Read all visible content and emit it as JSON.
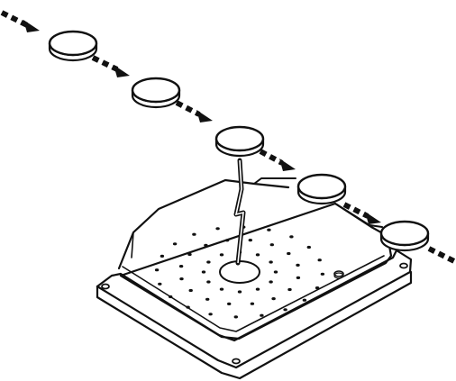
{
  "diagram": {
    "subject": "line-drawing",
    "colors": {
      "ink": "#111111",
      "paper": "#ffffff",
      "hole": "#111111"
    },
    "discs": [
      {
        "name": "disc-1"
      },
      {
        "name": "disc-2"
      },
      {
        "name": "disc-3"
      },
      {
        "name": "disc-4"
      },
      {
        "name": "disc-5"
      }
    ],
    "plate_holes_visible": true
  }
}
